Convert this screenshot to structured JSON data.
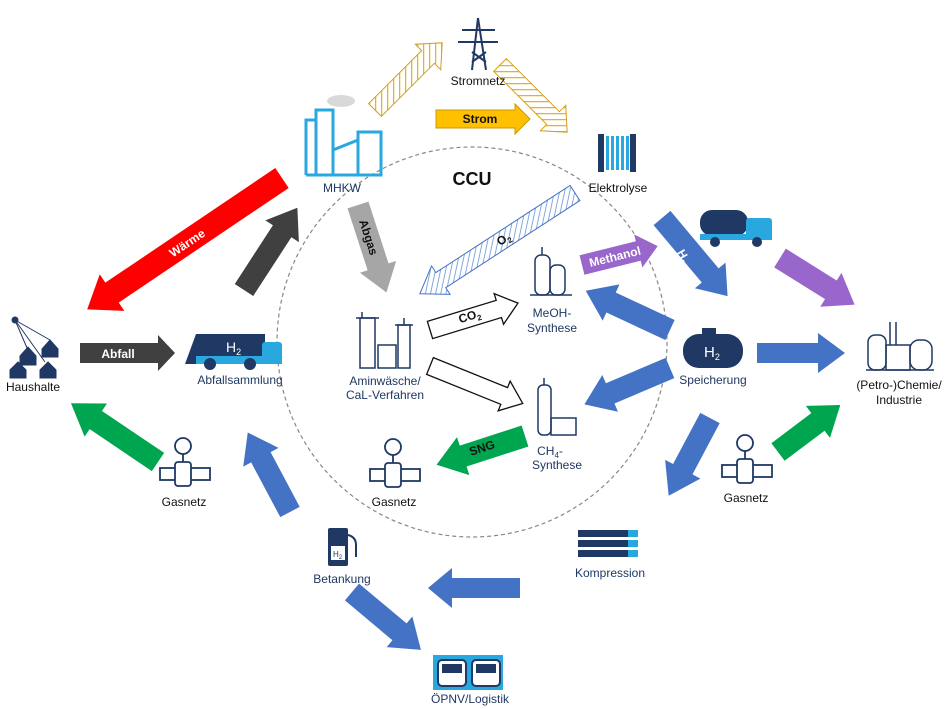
{
  "ccu_title": "CCU",
  "nodes": {
    "stromnetz": "Stromnetz",
    "mhkw": "MHKW",
    "elektrolyse": "Elektrolyse",
    "haushalte": "Haushalte",
    "abfallsammlung": "Abfallsammlung",
    "aminwaesche_1": "Aminwäsche/",
    "aminwaesche_2": "CaL-Verfahren",
    "meoh_1": "MeOH-",
    "meoh_2": "Synthese",
    "ch4_1": "CH",
    "ch4_sub": "4",
    "ch4_dash": "-",
    "ch4_2": "Synthese",
    "speicherung": "Speicherung",
    "chemie_1": "(Petro-)Chemie/",
    "chemie_2": "Industrie",
    "gasnetz_left": "Gasnetz",
    "gasnetz_center": "Gasnetz",
    "gasnetz_right": "Gasnetz",
    "kompression": "Kompression",
    "betankung": "Betankung",
    "oepnv": "ÖPNV/Logistik"
  },
  "arrows": {
    "strom": "Strom",
    "waerme": "Wärme",
    "abfall": "Abfall",
    "abgas": "Abgas",
    "o2": "O",
    "o2_sub": "2",
    "co2": "CO",
    "co2_sub": "2",
    "methanol": "Methanol",
    "h2": "H",
    "h2_sub": "2",
    "sng": "SNG"
  },
  "icon_text": {
    "h2_truck": "H",
    "h2_truck_sub": "2",
    "h2_tank": "H",
    "h2_tank_sub": "2",
    "h2_pump": "H",
    "h2_pump_sub": "2"
  },
  "colors": {
    "blue": "#4472c4",
    "dark_navy": "#1f3864",
    "red": "#ff0000",
    "dark_gray": "#404040",
    "gray": "#a6a6a6",
    "green": "#00a550",
    "purple": "#9966cc",
    "gold": "#f0b400",
    "strom_yellow": "#ffc000",
    "cyan": "#29a8e0",
    "navy_icon": "#203864"
  }
}
